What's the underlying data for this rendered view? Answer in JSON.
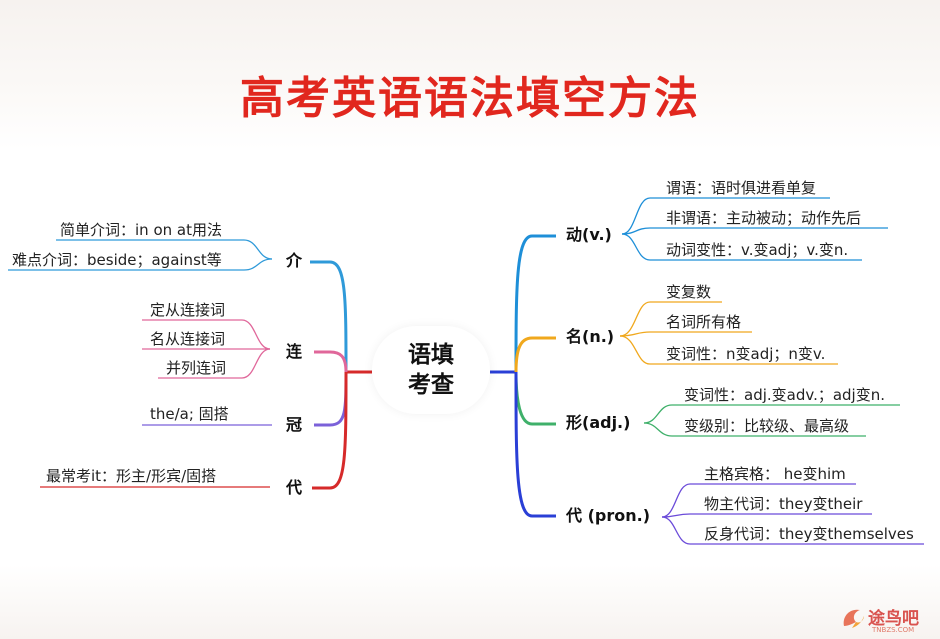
{
  "title": "高考英语语法填空方法",
  "center": {
    "line1": "语填",
    "line2": "考查"
  },
  "left": [
    {
      "label": "介",
      "items": [
        "简单介词：in on at用法",
        "难点介词：beside；against等"
      ]
    },
    {
      "label": "连",
      "items": [
        "定从连接词",
        "名从连接词",
        "并列连词"
      ]
    },
    {
      "label": "冠",
      "items": [
        "the/a; 固搭"
      ]
    },
    {
      "label": "代",
      "items": [
        "最常考it：形主/形宾/固搭"
      ]
    }
  ],
  "right": [
    {
      "label": "动(v.)",
      "items": [
        "谓语：语时俱进看单复",
        "非谓语：主动被动；动作先后",
        "动词变性：v.变adj；v.变n."
      ]
    },
    {
      "label": "名(n.)",
      "items": [
        "变复数",
        "名词所有格",
        "变词性：n变adj；n变v."
      ]
    },
    {
      "label": "形(adj.)",
      "items": [
        "变词性：adj.变adv.；adj变n.",
        "变级别：比较级、最高级"
      ]
    },
    {
      "label": "代 (pron.)",
      "items": [
        "主格宾格： he变him",
        "物主代词：they变their",
        "反身代词：they变themselves"
      ]
    }
  ],
  "colors": {
    "title": "#e1271e",
    "blue": "#2f9ad9",
    "pink": "#e0679a",
    "purple": "#7b61d9",
    "red": "#d62a2a",
    "darkblue": "#2a3fd6",
    "right_blue": "#1e8fd8",
    "orange": "#f0a81d",
    "green": "#3fb06a",
    "violet": "#6b4bd9"
  },
  "watermark": {
    "text": "途鸟吧",
    "sub": "TNBZS.COM"
  }
}
